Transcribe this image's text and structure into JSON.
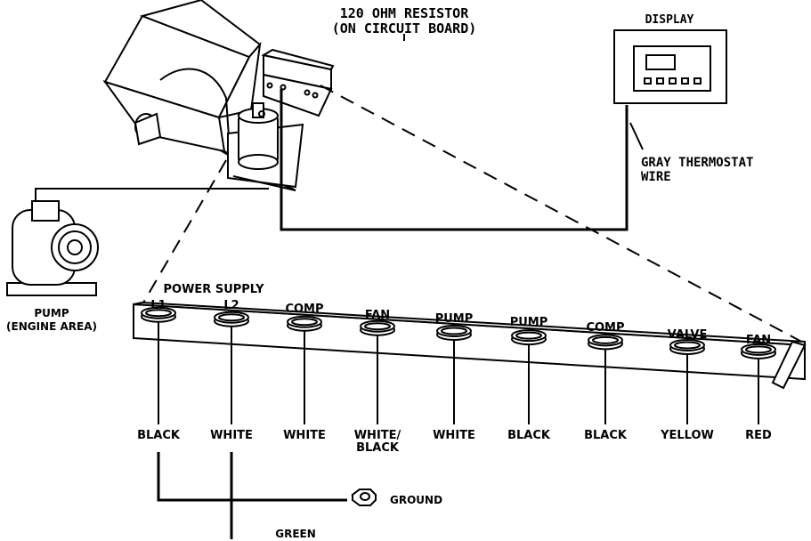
{
  "resistor_label": {
    "line1": "120 OHM RESISTOR",
    "line2": "(ON CIRCUIT BOARD)"
  },
  "display_label": "DISPLAY",
  "thermostat_label": {
    "line1": "GRAY THERMOSTAT",
    "line2": "WIRE"
  },
  "pump_label": {
    "line1": "PUMP",
    "line2": "(ENGINE AREA)"
  },
  "power_supply_label": "POWER SUPPLY",
  "terminals": [
    {
      "label": "L1",
      "wire": "BLACK",
      "wire2": ""
    },
    {
      "label": "L2",
      "wire": "WHITE",
      "wire2": ""
    },
    {
      "label": "COMP",
      "wire": "WHITE",
      "wire2": ""
    },
    {
      "label": "FAN",
      "wire": "WHITE/",
      "wire2": "BLACK"
    },
    {
      "label": "PUMP",
      "wire": "WHITE",
      "wire2": ""
    },
    {
      "label": "PUMP",
      "wire": "BLACK",
      "wire2": ""
    },
    {
      "label": "COMP",
      "wire": "BLACK",
      "wire2": ""
    },
    {
      "label": "VALVE",
      "wire": "YELLOW",
      "wire2": ""
    },
    {
      "label": "FAN",
      "wire": "RED",
      "wire2": ""
    }
  ],
  "ground_label": "GROUND",
  "green_label": "GREEN"
}
